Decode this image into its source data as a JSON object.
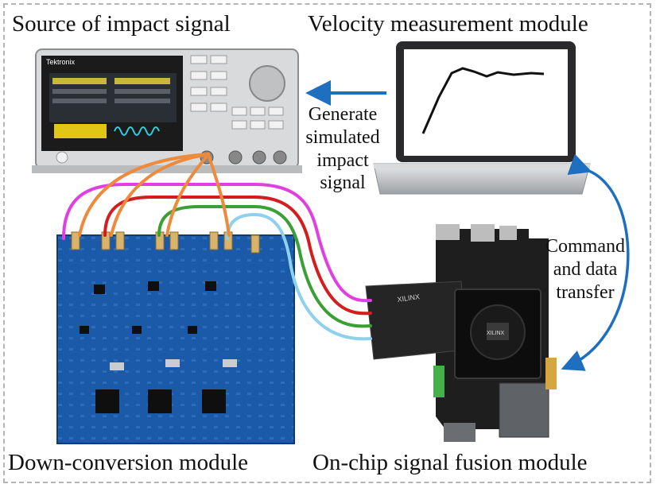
{
  "labels": {
    "source": "Source of impact signal",
    "velocity": "Velocity measurement module",
    "generate": [
      "Generate",
      "simulated",
      "impact",
      "signal"
    ],
    "command": [
      "Command",
      "and data",
      "transfer"
    ],
    "downconv": "Down-conversion module",
    "fusion": "On-chip signal fusion module"
  },
  "device_text": {
    "brand": "Tektronix",
    "fpga_brand": "XILINX",
    "chip_mark": "XILINX"
  },
  "colors": {
    "arrow_blue": "#1f6fc0",
    "cable_magenta": "#e040e0",
    "cable_red": "#d21e1e",
    "cable_green": "#3aa035",
    "cable_lightblue": "#8fd0ee",
    "cable_orange": "#ee8a3c",
    "pcb_blue": "#1a5aa8",
    "fpga_board": "#1e1e1e",
    "laptop_body": "#c9cccf",
    "generator_body": "#d9dadb"
  }
}
